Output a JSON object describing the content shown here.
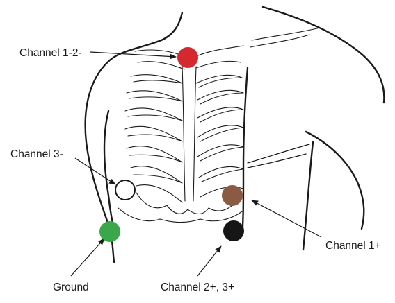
{
  "labels": {
    "channel_1_2_minus": "Channel 1-2-",
    "channel_3_minus": "Channel 3-",
    "channel_1_plus": "Channel 1+",
    "ground": "Ground",
    "channel_2_3_plus": "Channel 2+, 3+"
  },
  "electrodes": [
    {
      "name": "channel-1-2-minus",
      "color": "#d42a2f",
      "filled": true
    },
    {
      "name": "channel-3-minus",
      "color": "#ffffff",
      "filled": false
    },
    {
      "name": "channel-1-plus",
      "color": "#8a5a44",
      "filled": true
    },
    {
      "name": "ground",
      "color": "#3aa84a",
      "filled": true
    },
    {
      "name": "channel-2-3-plus",
      "color": "#161616",
      "filled": true
    }
  ]
}
